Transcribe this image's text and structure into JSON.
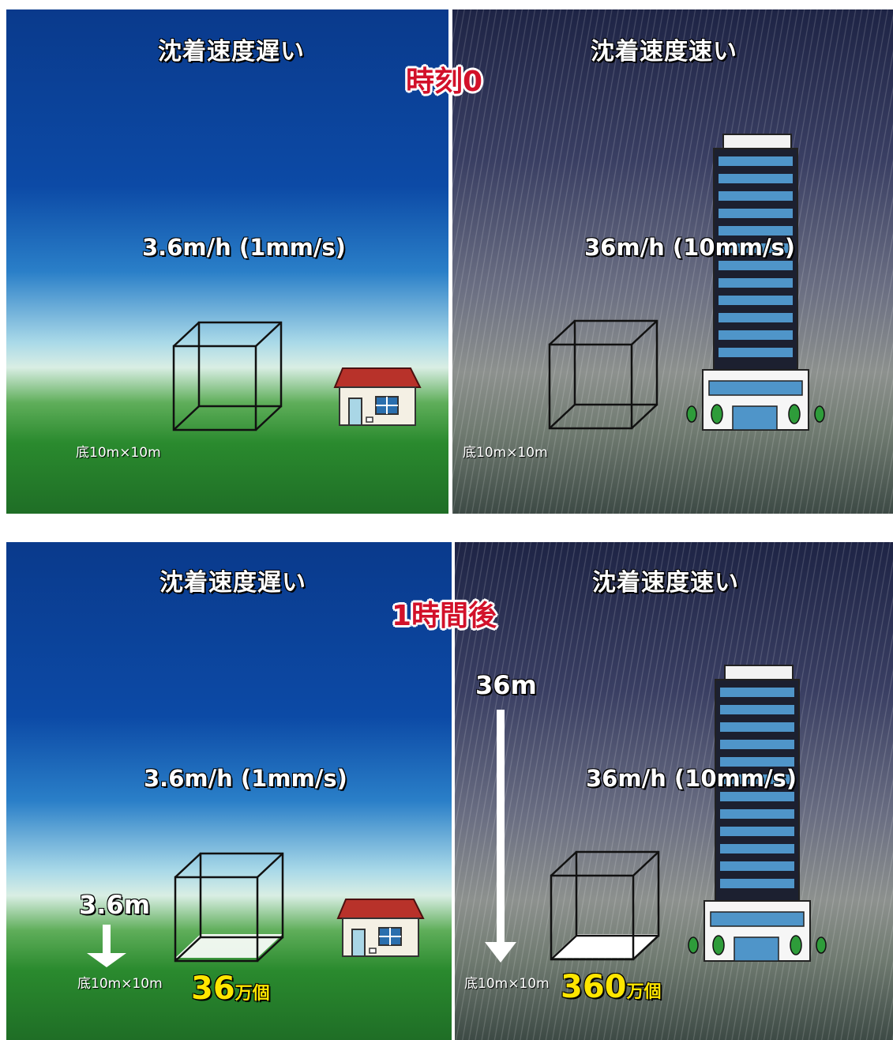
{
  "panels": {
    "slow_heading": "沈着速度遅い",
    "fast_heading": "沈着速度速い",
    "slow_speed": "3.6m/h (1mm/s)",
    "fast_speed": "36m/h (10mm/s)",
    "base_label": "底10m×10m"
  },
  "top": {
    "time_label": "時刻0"
  },
  "bottom": {
    "time_label": "1時間後",
    "slow_height": "3.6m",
    "fast_height": "36m",
    "slow_count_number": "36",
    "slow_count_unit": "万個",
    "fast_count_number": "360",
    "fast_count_unit": "万個"
  },
  "colors": {
    "time_label": "#d2112a",
    "count": "#ffe600"
  }
}
